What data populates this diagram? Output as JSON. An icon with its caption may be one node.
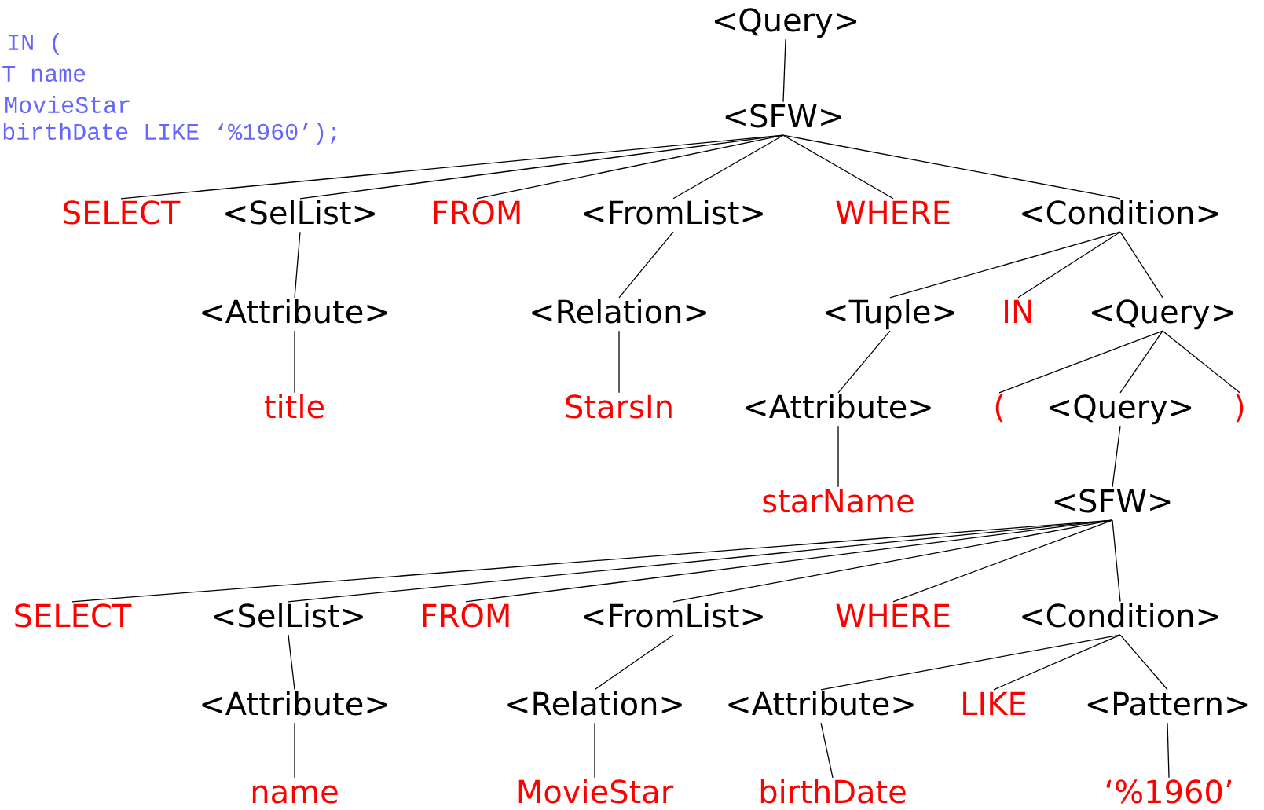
{
  "diagram": {
    "nodes": [
      {
        "text": [
          "<Query>"
        ]
      },
      {
        "text": [
          "<SFW>"
        ]
      },
      {
        "text": [
          "SELECT"
        ]
      },
      {
        "text": [
          "<SelList>"
        ]
      },
      {
        "text": [
          "FROM"
        ]
      },
      {
        "text": [
          "<FromList>"
        ]
      },
      {
        "text": [
          "WHERE"
        ]
      },
      {
        "text": [
          "<Condition>"
        ]
      },
      {
        "text": [
          "<Attribute>"
        ]
      },
      {
        "text": [
          "<Relation>"
        ]
      },
      {
        "text": [
          "<Tuple>"
        ]
      },
      {
        "text": [
          "IN"
        ]
      },
      {
        "text": [
          "<Query>"
        ]
      },
      {
        "text": [
          "title"
        ]
      },
      {
        "text": [
          "StarsIn"
        ]
      },
      {
        "text": [
          "<Attribute>"
        ]
      },
      {
        "text": [
          "("
        ]
      },
      {
        "text": [
          "<Query>"
        ]
      },
      {
        "text": [
          ")"
        ]
      },
      {
        "text": [
          "starName"
        ]
      },
      {
        "text": [
          "<SFW>"
        ]
      },
      {
        "text": [
          "SELECT"
        ]
      },
      {
        "text": [
          "<SelList>"
        ]
      },
      {
        "text": [
          "FROM"
        ]
      },
      {
        "text": [
          "<FromList>"
        ]
      },
      {
        "text": [
          "WHERE"
        ]
      },
      {
        "text": [
          "<Condition>"
        ]
      },
      {
        "text": [
          "<Attribute>"
        ]
      },
      {
        "text": [
          "<Relation>"
        ]
      },
      {
        "text": [
          "<Attribute>"
        ]
      },
      {
        "text": [
          "LIKE"
        ]
      },
      {
        "text": [
          "<Pattern>"
        ]
      },
      {
        "text": [
          "name"
        ]
      },
      {
        "text": [
          "MovieStar"
        ]
      },
      {
        "text": [
          "birthDate"
        ]
      },
      {
        "text": [
          "‘%1960’"
        ]
      }
    ],
    "edges": [
      {
        "from": 0,
        "to": 1,
        "arrow": "none"
      },
      {
        "from": 1,
        "to": 2,
        "arrow": "none"
      },
      {
        "from": 1,
        "to": 3,
        "arrow": "none"
      },
      {
        "from": 1,
        "to": 4,
        "arrow": "none"
      },
      {
        "from": 1,
        "to": 5,
        "arrow": "none"
      },
      {
        "from": 1,
        "to": 6,
        "arrow": "none"
      },
      {
        "from": 1,
        "to": 7,
        "arrow": "none"
      },
      {
        "from": 3,
        "to": 8,
        "arrow": "none"
      },
      {
        "from": 5,
        "to": 9,
        "arrow": "none"
      },
      {
        "from": 7,
        "to": 10,
        "arrow": "none"
      },
      {
        "from": 7,
        "to": 11,
        "arrow": "none"
      },
      {
        "from": 7,
        "to": 12,
        "arrow": "none"
      },
      {
        "from": 8,
        "to": 13,
        "arrow": "none"
      },
      {
        "from": 9,
        "to": 14,
        "arrow": "none"
      },
      {
        "from": 10,
        "to": 15,
        "arrow": "none"
      },
      {
        "from": 12,
        "to": 16,
        "arrow": "none"
      },
      {
        "from": 12,
        "to": 17,
        "arrow": "none"
      },
      {
        "from": 12,
        "to": 18,
        "arrow": "none"
      },
      {
        "from": 15,
        "to": 19,
        "arrow": "none"
      },
      {
        "from": 17,
        "to": 20,
        "arrow": "none"
      },
      {
        "from": 20,
        "to": 21,
        "arrow": "none"
      },
      {
        "from": 20,
        "to": 22,
        "arrow": "none"
      },
      {
        "from": 20,
        "to": 23,
        "arrow": "none"
      },
      {
        "from": 20,
        "to": 24,
        "arrow": "none"
      },
      {
        "from": 20,
        "to": 25,
        "arrow": "none"
      },
      {
        "from": 20,
        "to": 26,
        "arrow": "none"
      },
      {
        "from": 22,
        "to": 27,
        "arrow": "none"
      },
      {
        "from": 24,
        "to": 28,
        "arrow": "none"
      },
      {
        "from": 26,
        "to": 29,
        "arrow": "none"
      },
      {
        "from": 26,
        "to": 30,
        "arrow": "none"
      },
      {
        "from": 26,
        "to": 31,
        "arrow": "none"
      },
      {
        "from": 27,
        "to": 32,
        "arrow": "none"
      },
      {
        "from": 28,
        "to": 33,
        "arrow": "none"
      },
      {
        "from": 29,
        "to": 34,
        "arrow": "none"
      },
      {
        "from": 31,
        "to": 35,
        "arrow": "none"
      }
    ],
    "labels": [
      "IN (",
      "T name",
      "MovieStar",
      "birthDate LIKE ‘%1960’);"
    ]
  }
}
